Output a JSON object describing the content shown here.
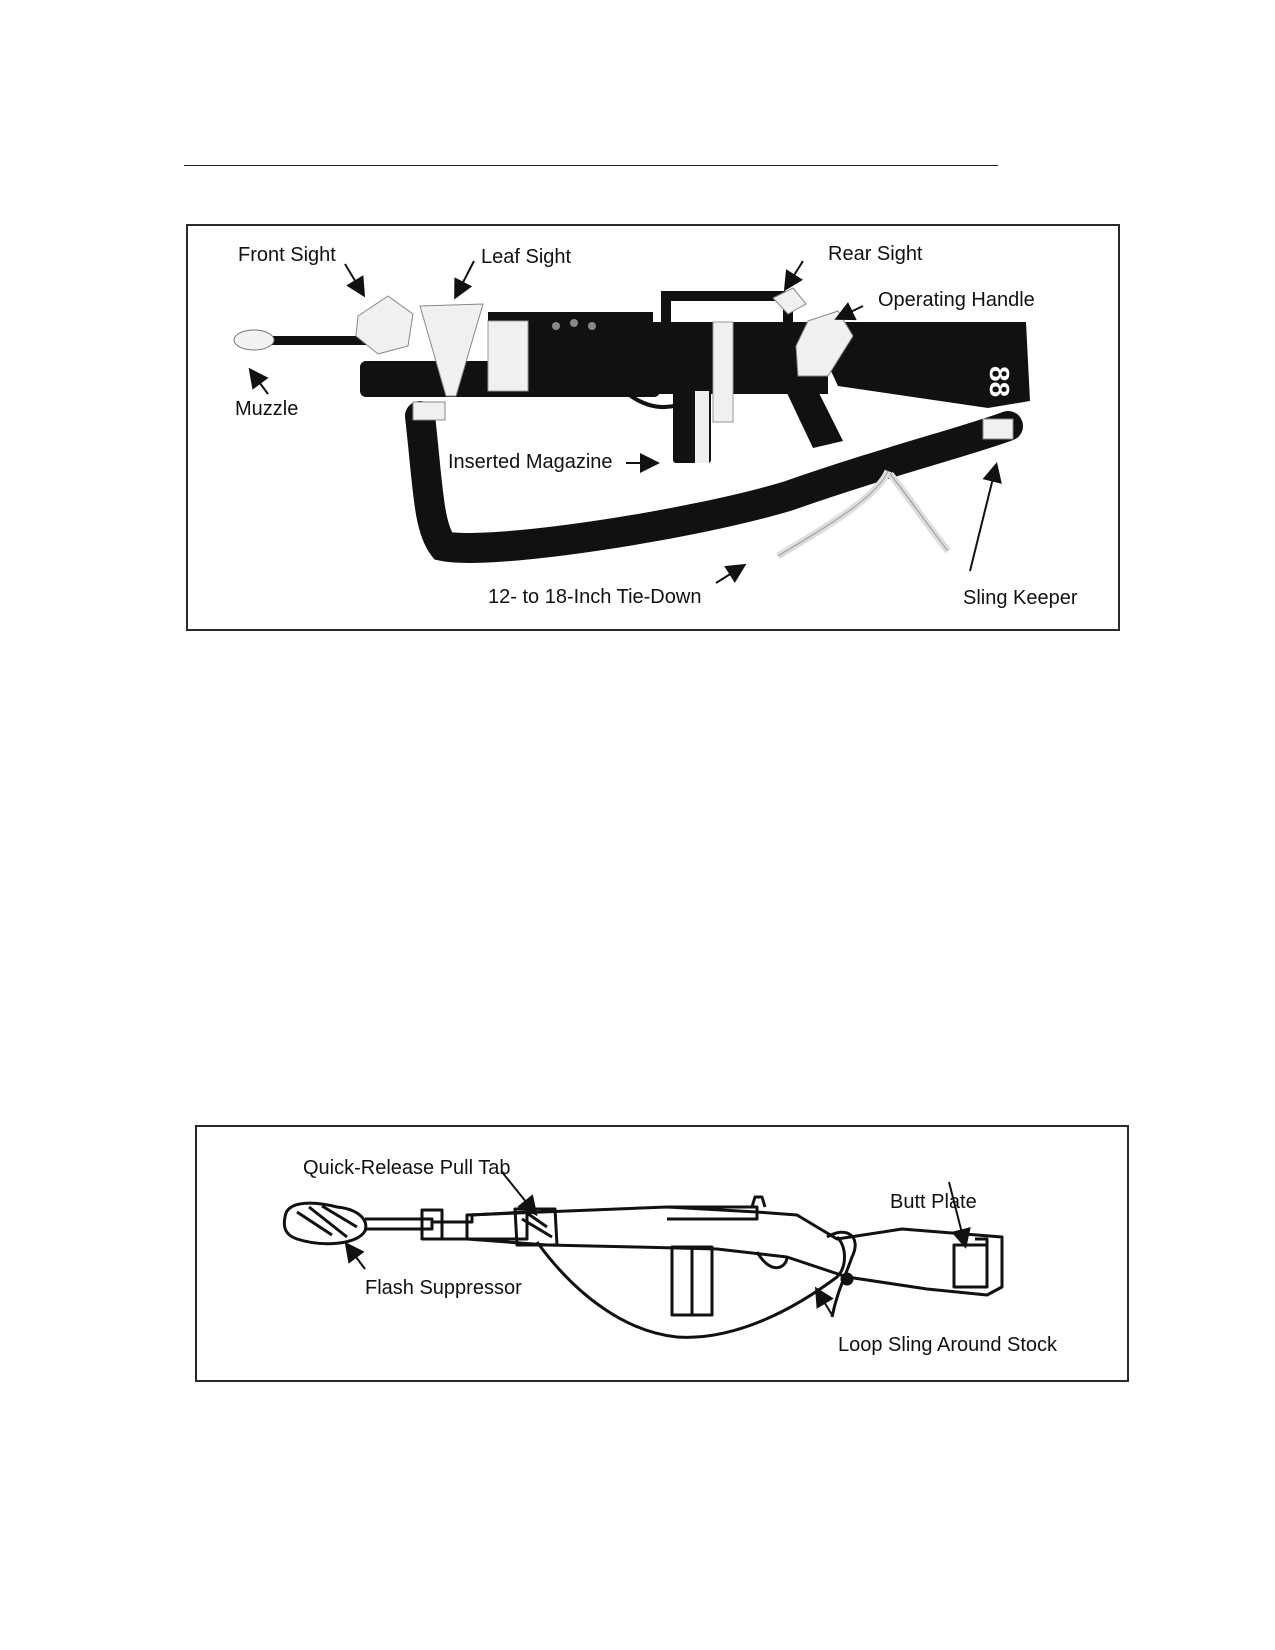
{
  "figure1": {
    "labels": {
      "front_sight": "Front Sight",
      "leaf_sight": "Leaf Sight",
      "rear_sight": "Rear Sight",
      "operating_handle": "Operating Handle",
      "muzzle": "Muzzle",
      "inserted_magazine": "Inserted Magazine",
      "tie_down": "12- to 18-Inch Tie-Down",
      "sling_keeper": "Sling Keeper"
    },
    "stock_marking": "88"
  },
  "figure2": {
    "labels": {
      "quick_release_pull_tab": "Quick-Release Pull Tab",
      "butt_plate": "Butt Plate",
      "flash_suppressor": "Flash Suppressor",
      "loop_sling_around_stock": "Loop Sling Around Stock"
    }
  }
}
